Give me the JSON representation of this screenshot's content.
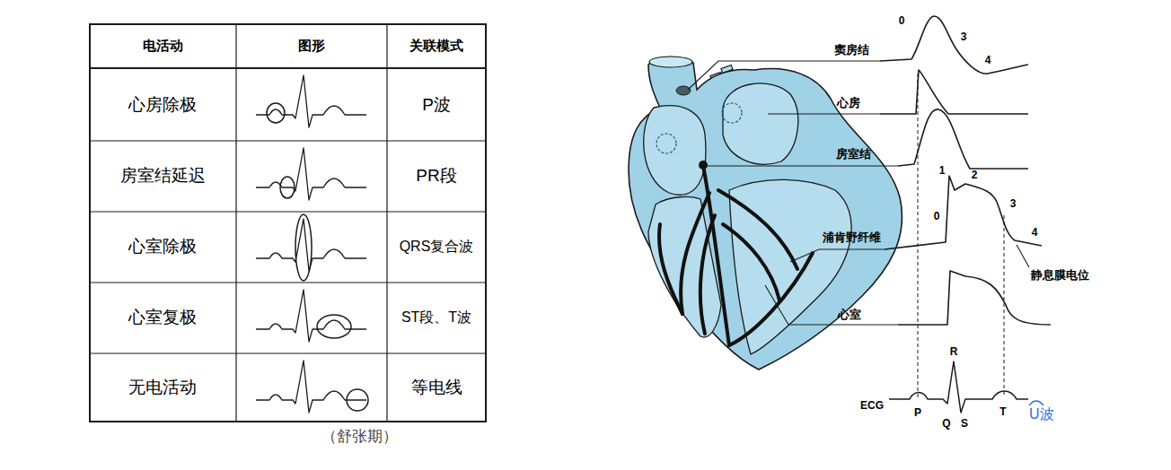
{
  "diagram": {
    "labels": [
      "电活动",
      "图形",
      "关联模式",
      "心房除极",
      "P波",
      "房室结延迟",
      "PR段",
      "心室除极",
      "QRS复合波",
      "心室复极",
      "ST段、T波",
      "无电活动",
      "等电线",
      "（舒张期）",
      "0",
      "3",
      "4",
      "窦房结",
      "心房",
      "房室结",
      "1",
      "2",
      "0",
      "3",
      "4",
      "浦肯野纤维",
      "静息膜电位",
      "心室",
      "ECG",
      "P",
      "R",
      "Q",
      "S",
      "T",
      "U波"
    ]
  }
}
